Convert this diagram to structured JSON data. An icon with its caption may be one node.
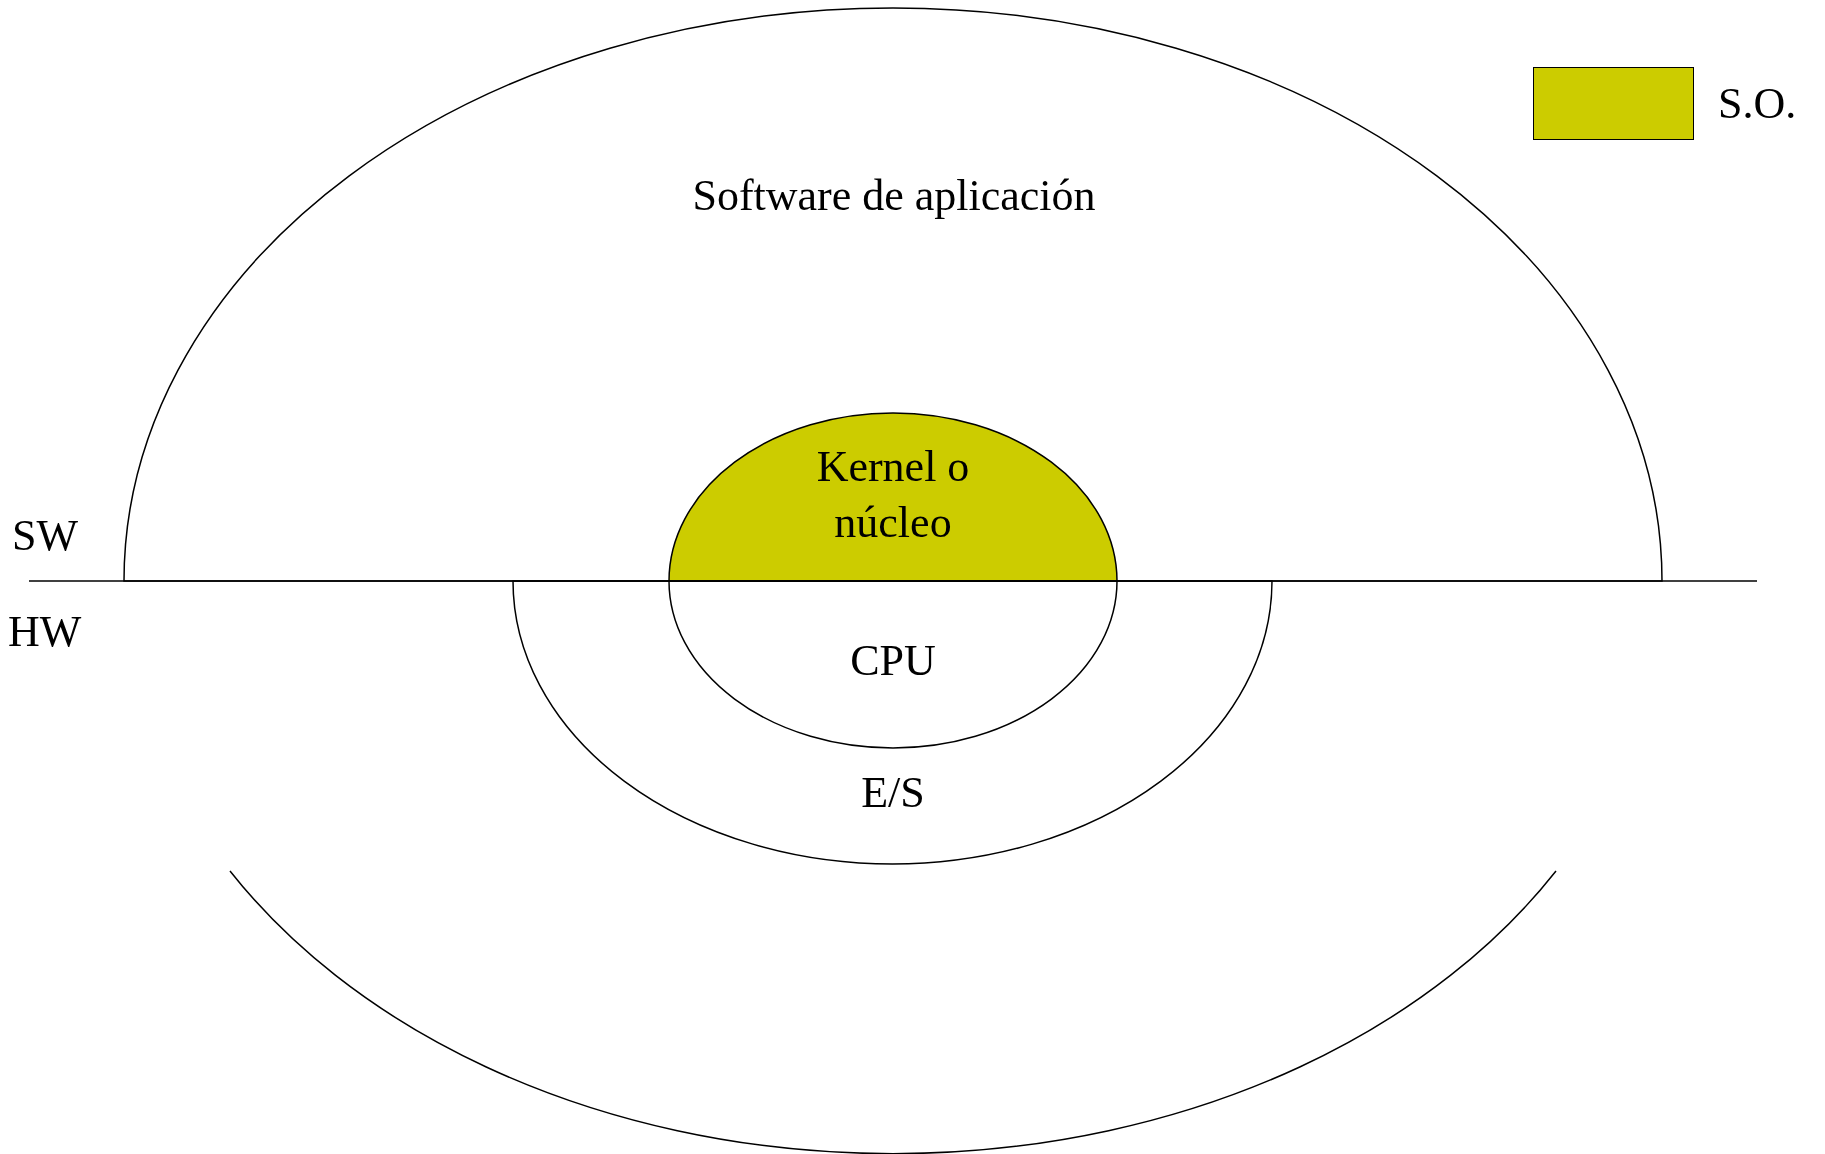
{
  "diagram": {
    "nodes": [
      {
        "text": [
          "Software de aplicación"
        ]
      },
      {
        "text": [
          "Kernel o núcleo"
        ],
        "in": 0
      },
      {
        "text": [
          "E/S"
        ]
      },
      {
        "text": [
          "CPU"
        ],
        "in": 2
      }
    ],
    "edges": [],
    "labels": [
      "SW",
      "HW"
    ],
    "legend": [
      {
        "text": "S.O.",
        "color": "#cccc00"
      }
    ]
  }
}
